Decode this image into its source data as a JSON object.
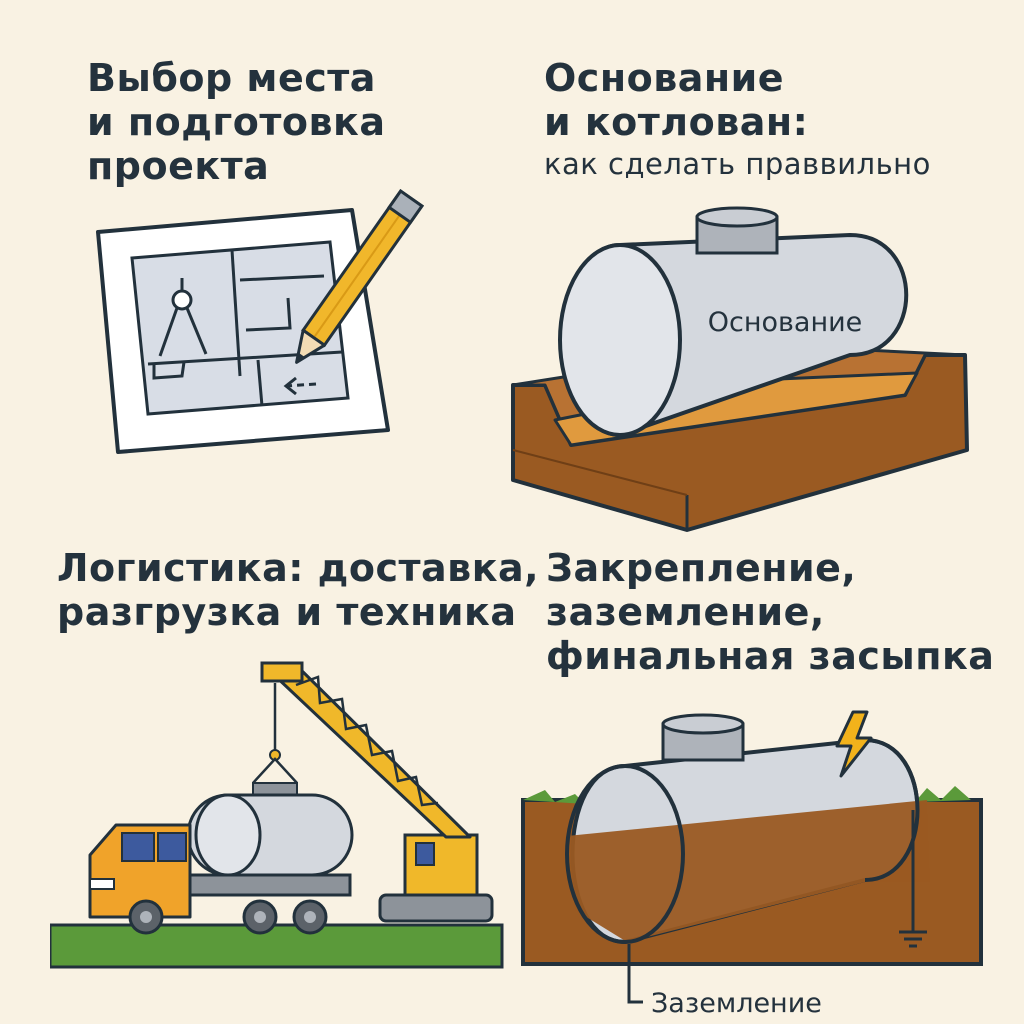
{
  "sections": {
    "site": {
      "title_lines": [
        "Выбор места",
        "и подготовка",
        "проекта"
      ]
    },
    "foundation": {
      "title_lines": [
        "Основание",
        "и котлован:"
      ],
      "subtitle": "как сделать праввильно",
      "tank_label": "Основание"
    },
    "logistics": {
      "title_lines": [
        "Логистика: доставка,",
        "разгрузка и техника"
      ]
    },
    "fixing": {
      "title_lines": [
        "Закрепление,",
        "заземление,",
        "финальная засыпка"
      ],
      "ground_label": "Заземление"
    }
  },
  "colors": {
    "background": "#f9f2e3",
    "outline": "#22313c",
    "tank": "#d4d8de",
    "soil": "#9a5a22",
    "sand": "#e09a3e",
    "grass": "#5b9a3a",
    "truck": "#f0a32a",
    "crane": "#f0b82a",
    "lightning": "#f2b21b"
  }
}
